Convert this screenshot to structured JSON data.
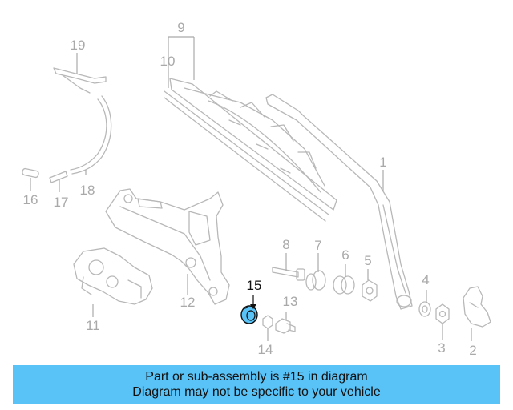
{
  "callouts": [
    {
      "id": "1",
      "label": "1"
    },
    {
      "id": "2",
      "label": "2"
    },
    {
      "id": "3",
      "label": "3"
    },
    {
      "id": "4",
      "label": "4"
    },
    {
      "id": "5",
      "label": "5"
    },
    {
      "id": "6",
      "label": "6"
    },
    {
      "id": "7",
      "label": "7"
    },
    {
      "id": "8",
      "label": "8"
    },
    {
      "id": "9",
      "label": "9"
    },
    {
      "id": "10",
      "label": "10"
    },
    {
      "id": "11",
      "label": "11"
    },
    {
      "id": "12",
      "label": "12"
    },
    {
      "id": "13",
      "label": "13"
    },
    {
      "id": "14",
      "label": "14"
    },
    {
      "id": "15",
      "label": "15",
      "highlighted": true
    },
    {
      "id": "16",
      "label": "16"
    },
    {
      "id": "17",
      "label": "17"
    },
    {
      "id": "18",
      "label": "18"
    },
    {
      "id": "19",
      "label": "19"
    }
  ],
  "highlight_color": "#59c2f6",
  "banner": {
    "line1": "Part or sub-assembly is #15 in diagram",
    "line2": "Diagram may not be specific to your vehicle"
  }
}
